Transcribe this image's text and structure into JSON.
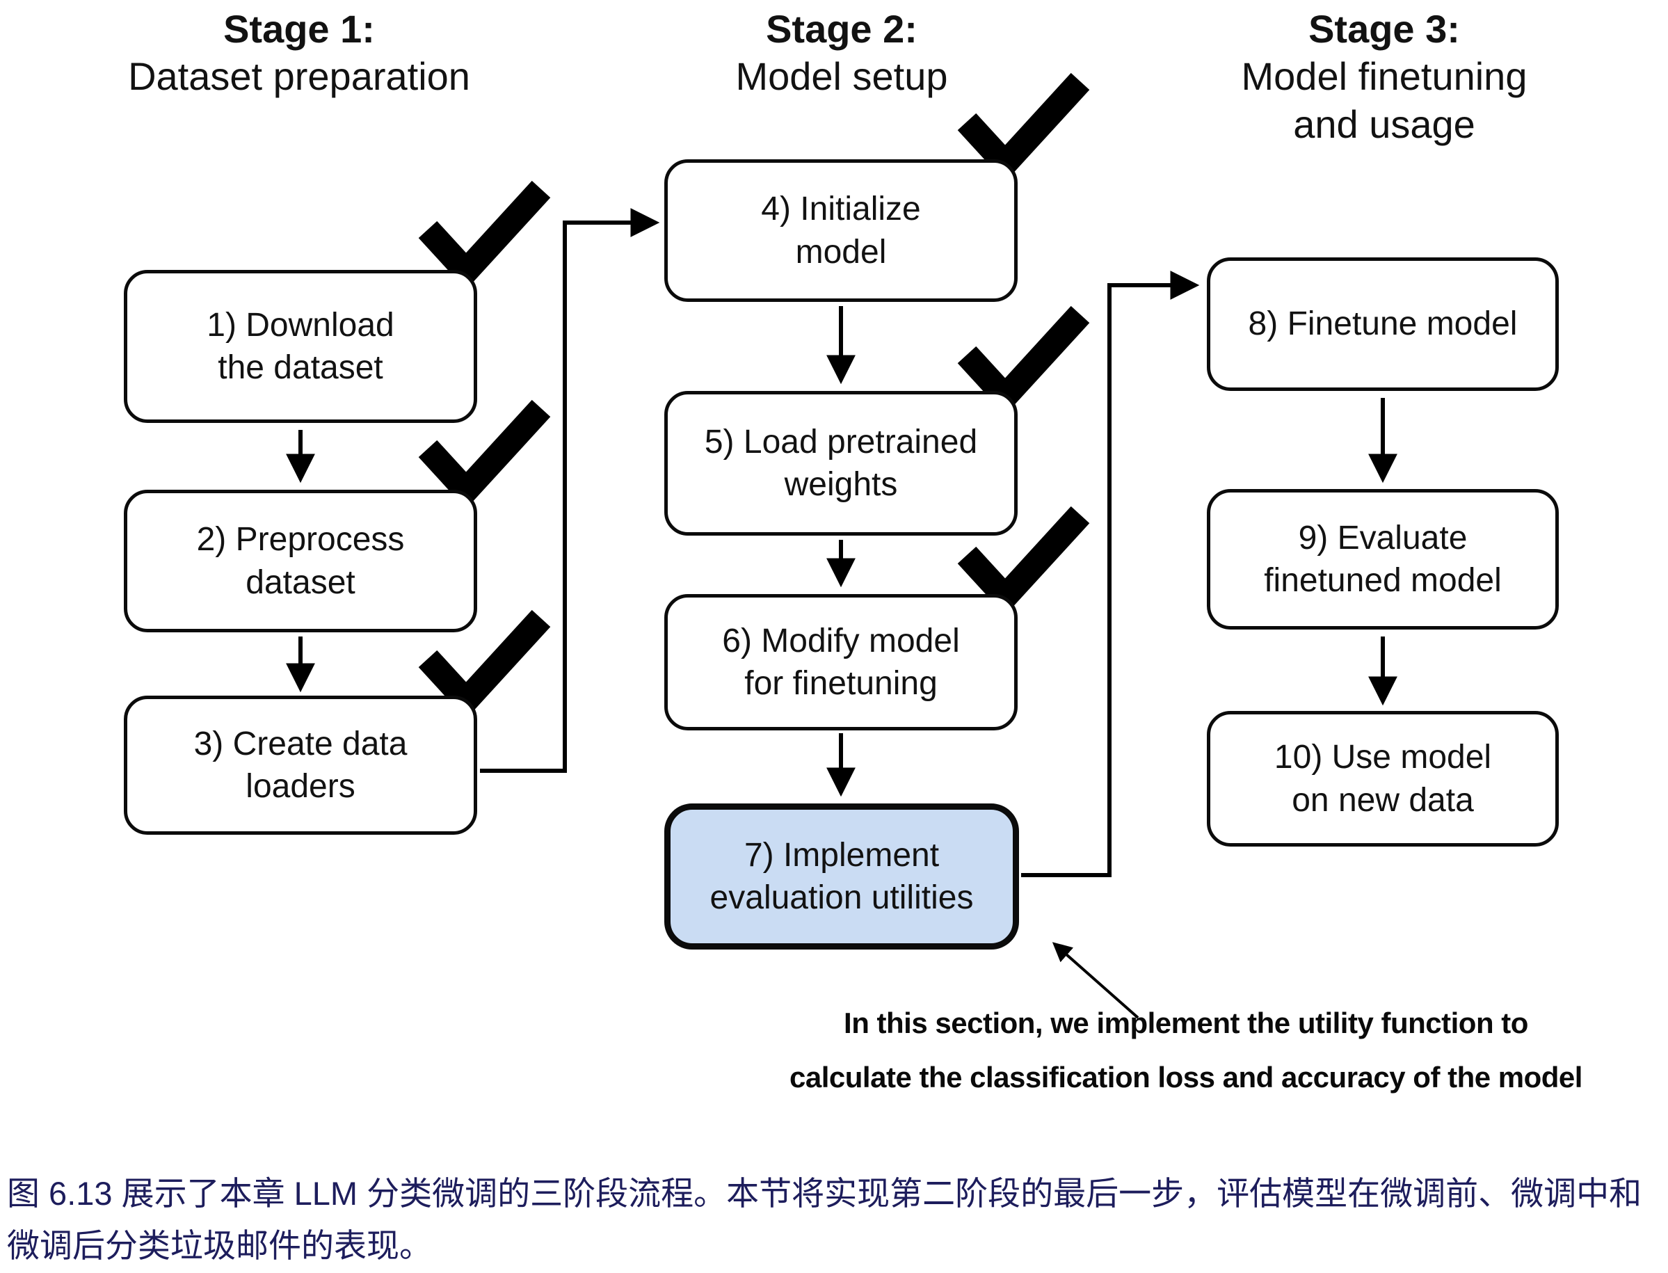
{
  "stages": [
    {
      "title": "Stage 1:",
      "subtitle": "Dataset preparation"
    },
    {
      "title": "Stage 2:",
      "subtitle": "Model setup"
    },
    {
      "title": "Stage 3:",
      "subtitle": "Model finetuning\nand usage"
    }
  ],
  "boxes": {
    "b1": "1) Download\nthe dataset",
    "b2": "2) Preprocess\ndataset",
    "b3": "3) Create data\nloaders",
    "b4": "4) Initialize\nmodel",
    "b5": "5) Load pretrained\nweights",
    "b6": "6) Modify model\nfor finetuning",
    "b7": "7) Implement\nevaluation utilities",
    "b8": "8) Finetune model",
    "b9": "9) Evaluate\nfinetuned model",
    "b10": "10) Use model\non new data"
  },
  "annotation": "In this section, we implement the utility function to\ncalculate the classification loss and accuracy of the model",
  "caption": "图 6.13 展示了本章 LLM 分类微调的三阶段流程。本节将实现第二阶段的最后一步，评估模型在微调前、微调中和微调后分类垃圾邮件的表现。",
  "icons": {
    "checkmark": "✔"
  },
  "colors": {
    "highlight_box_fill": "#cadcf3",
    "line": "#000000",
    "caption_text": "#1d1d5c"
  }
}
